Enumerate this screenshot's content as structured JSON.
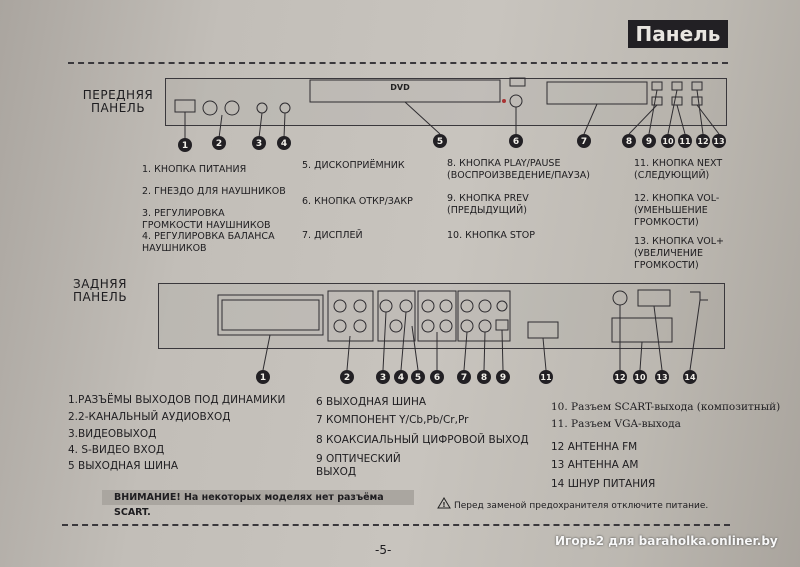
{
  "header": {
    "title": "Панель"
  },
  "front": {
    "section_label": "ПЕРЕДНЯЯ ПАНЕЛЬ",
    "dvd_logo": "DVD",
    "callouts": [
      "1",
      "2",
      "3",
      "4",
      "5",
      "6",
      "7",
      "8",
      "9",
      "10",
      "11",
      "12",
      "13"
    ],
    "items": {
      "i1": "1. КНОПКА ПИТАНИЯ",
      "i2": "2. ГНЕЗДО ДЛЯ НАУШНИКОВ",
      "i3": "3. РЕГУЛИРОВКА ГРОМКОСТИ НАУШНИКОВ",
      "i4": "4. РЕГУЛИРОВКА БАЛАНСА НАУШНИКОВ",
      "i5": "5. ДИСКОПРИЁМНИК",
      "i6": "6. КНОПКА ОТКР/ЗАКР",
      "i7": "7. ДИСПЛЕЙ",
      "i8": "8. КНОПКА PLAY/PAUSE (ВОСПРОИЗВЕДЕНИЕ/ПАУЗА)",
      "i9": "9. КНОПКА PREV (ПРЕДЫДУЩИЙ)",
      "i10": "10. КНОПКА STOP",
      "i11": "11. КНОПКА NEXT (СЛЕДУЮЩИЙ)",
      "i12": "12. КНОПКА VOL- (УМЕНЬШЕНИЕ ГРОМКОСТИ)",
      "i13": "13. КНОПКА VOL+ (УВЕЛИЧЕНИЕ ГРОМКОСТИ)"
    }
  },
  "rear": {
    "section_label": "ЗАДНЯЯ ПАНЕЛЬ",
    "callouts": [
      "1",
      "2",
      "3",
      "4",
      "5",
      "6",
      "7",
      "8",
      "9",
      "11",
      "12",
      "10",
      "13",
      "14"
    ],
    "items": {
      "i1": "1.РАЗЪЁМЫ ВЫХОДОВ ПОД ДИНАМИКИ",
      "i2": "2.2-КАНАЛЬНЫЙ АУДИОВХОД",
      "i3": "3.ВИДЕОВЫХОД",
      "i4": "4. S-ВИДЕО ВХОД",
      "i5": "5 ВЫХОДНАЯ ШИНА",
      "i6": "6 ВЫХОДНАЯ ШИНА",
      "i7": "7 КОМПОНЕНТ Y/Cb,Pb/Cr,Pr",
      "i8": "8 КОАКСИАЛЬНЫЙ ЦИФРОВОЙ ВЫХОД",
      "i9": "9 ОПТИЧЕСКИЙ ВЫХОД",
      "i10": "10. Разъем SCART-выхода (композитный)",
      "i11": "11. Разъем VGA-выхода",
      "i12": "12 АНТЕННА FM",
      "i13": "13 АНТЕННА АМ",
      "i14": "14 ШНУР ПИТАНИЯ"
    }
  },
  "notice": {
    "warning": "ВНИМАНИЕ! На некоторых моделях нет разъёма SCART.",
    "fuse": "Перед заменой предохранителя отключите питание."
  },
  "footer": {
    "page_number": "-5-",
    "watermark": "Игорь2 для baraholka.onliner.by"
  }
}
